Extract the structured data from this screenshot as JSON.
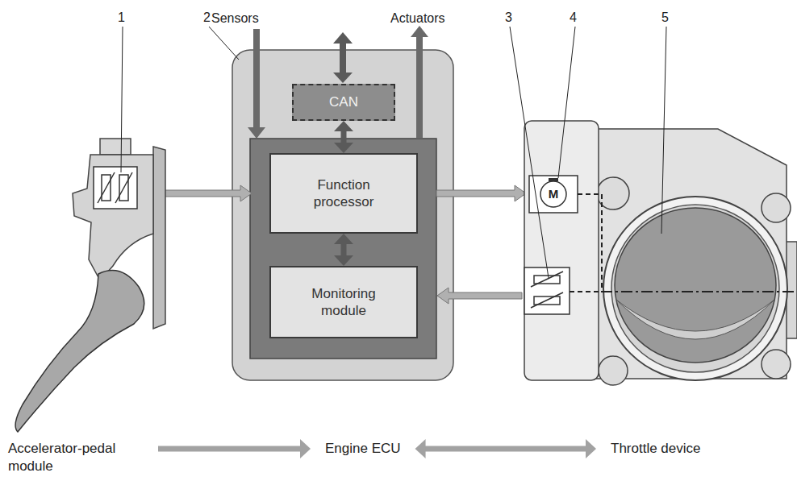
{
  "diagram": {
    "nodes": [
      {
        "text": [
          "CAN"
        ]
      },
      {
        "text": [
          "Function processor"
        ]
      },
      {
        "text": [
          "Monitoring module"
        ]
      },
      {
        "text": [
          "Accelerator-pedal module"
        ]
      },
      {
        "text": [
          "Engine ECU"
        ]
      },
      {
        "text": [
          "Throttle device"
        ]
      }
    ],
    "edges": [
      {
        "from": 0,
        "to": 1,
        "arrow": "both"
      },
      {
        "from": 1,
        "to": 2,
        "arrow": "both"
      },
      {
        "from": 3,
        "to": 4,
        "arrow": "to"
      },
      {
        "from": 4,
        "to": 5,
        "arrow": "both"
      }
    ],
    "labels": [
      "1",
      "2",
      "Sensors",
      "Actuators",
      "3",
      "4",
      "5",
      "M"
    ]
  }
}
